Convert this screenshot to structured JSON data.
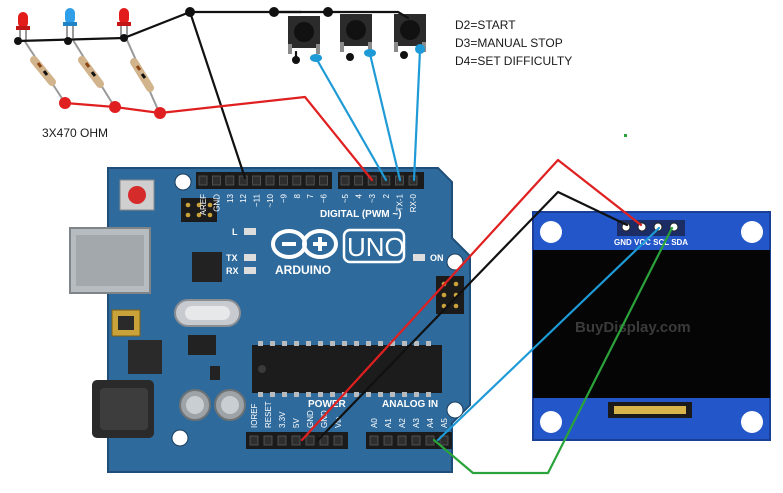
{
  "notes": {
    "resistors": "3X470 OHM",
    "d2": "D2=START",
    "d3": "D3=MANUAL STOP",
    "d4": "D4=SET DIFFICULTY"
  },
  "arduino": {
    "brand": "ARDUINO",
    "model": "UNO",
    "digital_header": "DIGITAL (PWM ~)",
    "power_header": "POWER",
    "analog_header": "ANALOG IN",
    "led_l": "L",
    "led_tx": "TX",
    "led_rx": "RX",
    "led_on": "ON",
    "digital_pins": [
      "AREF",
      "GND",
      "13",
      "12",
      "~11",
      "~10",
      "~9",
      "8",
      "7",
      "~6",
      "~5",
      "4",
      "~3",
      "2",
      "TX-1",
      "RX-0"
    ],
    "power_pins": [
      "IOREF",
      "RESET",
      "3.3V",
      "5V",
      "GND",
      "GND",
      "Vin"
    ],
    "analog_pins": [
      "A0",
      "A1",
      "A2",
      "A3",
      "A4",
      "A5"
    ]
  },
  "oled": {
    "pin_labels": "GND VCC SCL SDA",
    "brand_text": "BuyDisplay.com"
  },
  "colors": {
    "board": "#2e6a9c",
    "wire_red": "#e02020",
    "wire_black": "#111111",
    "wire_blue": "#1e9ad6",
    "wire_green": "#2aa33a",
    "led_red": "#e21b1b",
    "led_blue": "#2e9fe8",
    "oled_blue": "#2356c9"
  }
}
